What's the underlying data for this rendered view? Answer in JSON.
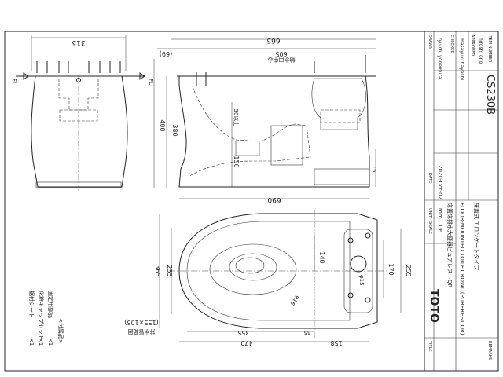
{
  "title_block": {
    "brand": "TOTO",
    "title_jp": "床置床排水大便器ピュアレストQR",
    "title_en": "FLOOR-MOUNTED TOILET BOWL (PUREREST QR)",
    "subtitle_jp": "床置式 エロンゲートタイプ",
    "unit_label": "UNIT",
    "unit_value": "mm",
    "scale_label": "SCALE",
    "scale_value": "1:6",
    "date_label": "DATE",
    "date_value": "2020-Oct-02",
    "drawn_label": "DRAWN",
    "drawn_by": "ryuichi yonemura",
    "checked_label": "CHECKED",
    "checked_by": "masayuki hayashi",
    "approved_label": "APPROVED",
    "approved_by": "hiroshi ono",
    "item_number_label": "ITEM NUMBER",
    "item_number": "CS230B",
    "title_label": "TITLE",
    "remarks_label": "REMARKS"
  },
  "accessories": {
    "heading": "<付属品>",
    "items": [
      {
        "name": "固定用部品",
        "qty": "×1"
      },
      {
        "name": "化粧キャップセット",
        "qty": "×1"
      },
      {
        "name": "据付シート",
        "qty": "×1"
      }
    ]
  },
  "dims": {
    "top_width": "315",
    "side_total": "665",
    "side_605": "605",
    "side_69": "(69)",
    "height_400": "400",
    "height_380": "380",
    "height_156": "156",
    "drain_50": "50以上",
    "note_center": "給水口中心",
    "base_15": "15",
    "base_690": "690",
    "plan_365": "365",
    "plan_255": "255",
    "plan_140": "140",
    "plan_170": "170",
    "plan_255r": "255",
    "plan_355": "355",
    "plan_470": "470",
    "plan_65": "65",
    "plan_158": "158",
    "plan_drain": "(155×105)",
    "plan_drain_note": "排水管範囲",
    "phi_15": "φ15",
    "phi_16": "φ16"
  },
  "symbols": {
    "fl_left": "FL",
    "fl_right": "FL"
  }
}
